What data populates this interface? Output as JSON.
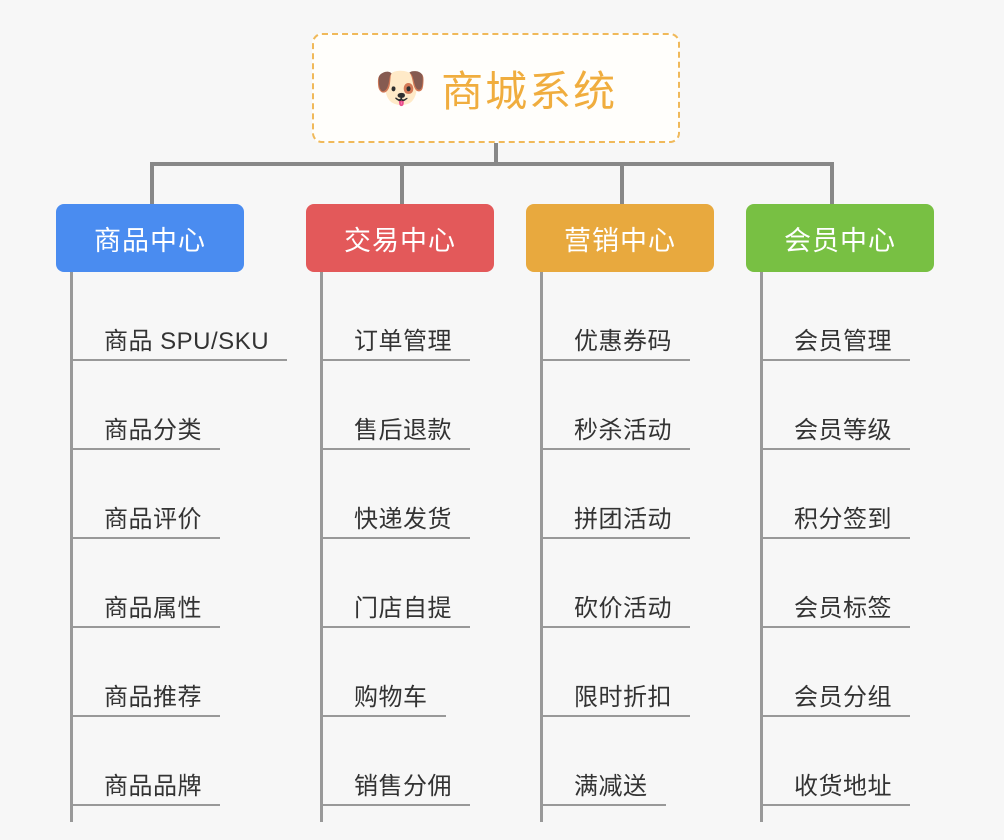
{
  "root": {
    "icon": "dog-face-icon",
    "emoji": "🐶",
    "title": "商城系统",
    "border_color": "#f0b95a",
    "text_color": "#f0ad3e"
  },
  "theme": {
    "background": "#f7f7f7",
    "line_color": "#888888",
    "leaf_line_color": "#999999",
    "leaf_text_color": "#333333"
  },
  "branches": [
    {
      "label": "商品中心",
      "color": "#4a8cf0",
      "leaves": [
        "商品 SPU/SKU",
        "商品分类",
        "商品评价",
        "商品属性",
        "商品推荐",
        "商品品牌"
      ]
    },
    {
      "label": "交易中心",
      "color": "#e3595a",
      "leaves": [
        "订单管理",
        "售后退款",
        "快递发货",
        "门店自提",
        "购物车",
        "销售分佣"
      ]
    },
    {
      "label": "营销中心",
      "color": "#e8a93e",
      "leaves": [
        "优惠券码",
        "秒杀活动",
        "拼团活动",
        "砍价活动",
        "限时折扣",
        "满减送"
      ]
    },
    {
      "label": "会员中心",
      "color": "#78c043",
      "leaves": [
        "会员管理",
        "会员等级",
        "积分签到",
        "会员标签",
        "会员分组",
        "收货地址"
      ]
    }
  ]
}
